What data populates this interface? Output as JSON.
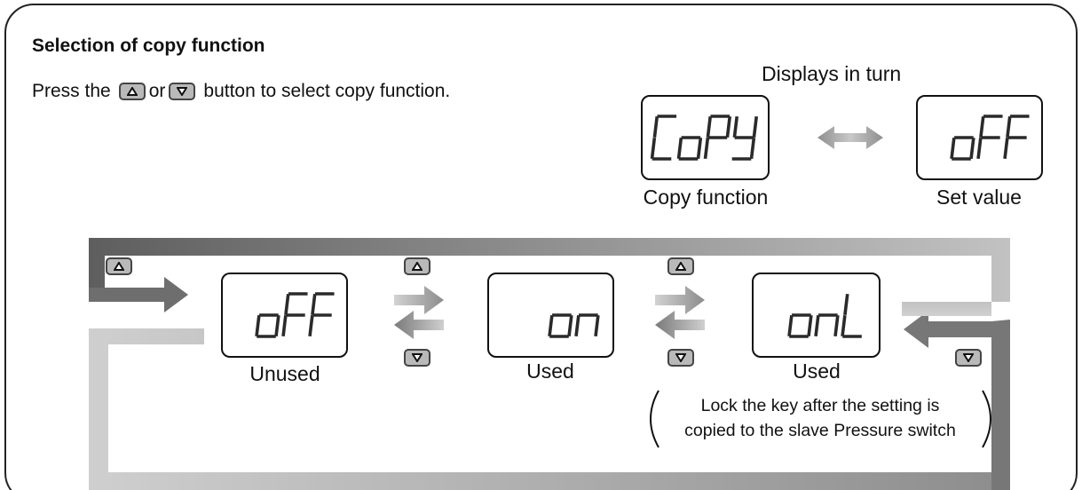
{
  "heading": "Selection of copy function",
  "instruction": {
    "before": "Press the",
    "middle": "or",
    "after": "button to select copy function.",
    "up_button_icon": "up-triangle-icon",
    "down_button_icon": "down-triangle-icon"
  },
  "turn_display": {
    "caption": "Displays in turn",
    "left_display": "CoPY",
    "left_label": "Copy function",
    "right_display": "oFF",
    "right_label": "Set value",
    "arrow_icon": "double-arrow-icon"
  },
  "cycle": {
    "states": [
      {
        "display": "oFF",
        "label": "Unused"
      },
      {
        "display": "on",
        "label": "Used"
      },
      {
        "display": "onL",
        "label": "Used"
      }
    ],
    "note_line1": "Lock the key after the setting is",
    "note_line2": "copied to the slave Pressure switch"
  },
  "colors": {
    "panel_border": "#222222",
    "button_fill": "#b9b9b9",
    "arrow_dark": "#6a6a6a",
    "arrow_light": "#c4c4c4",
    "segment": "#2a2a2a"
  }
}
